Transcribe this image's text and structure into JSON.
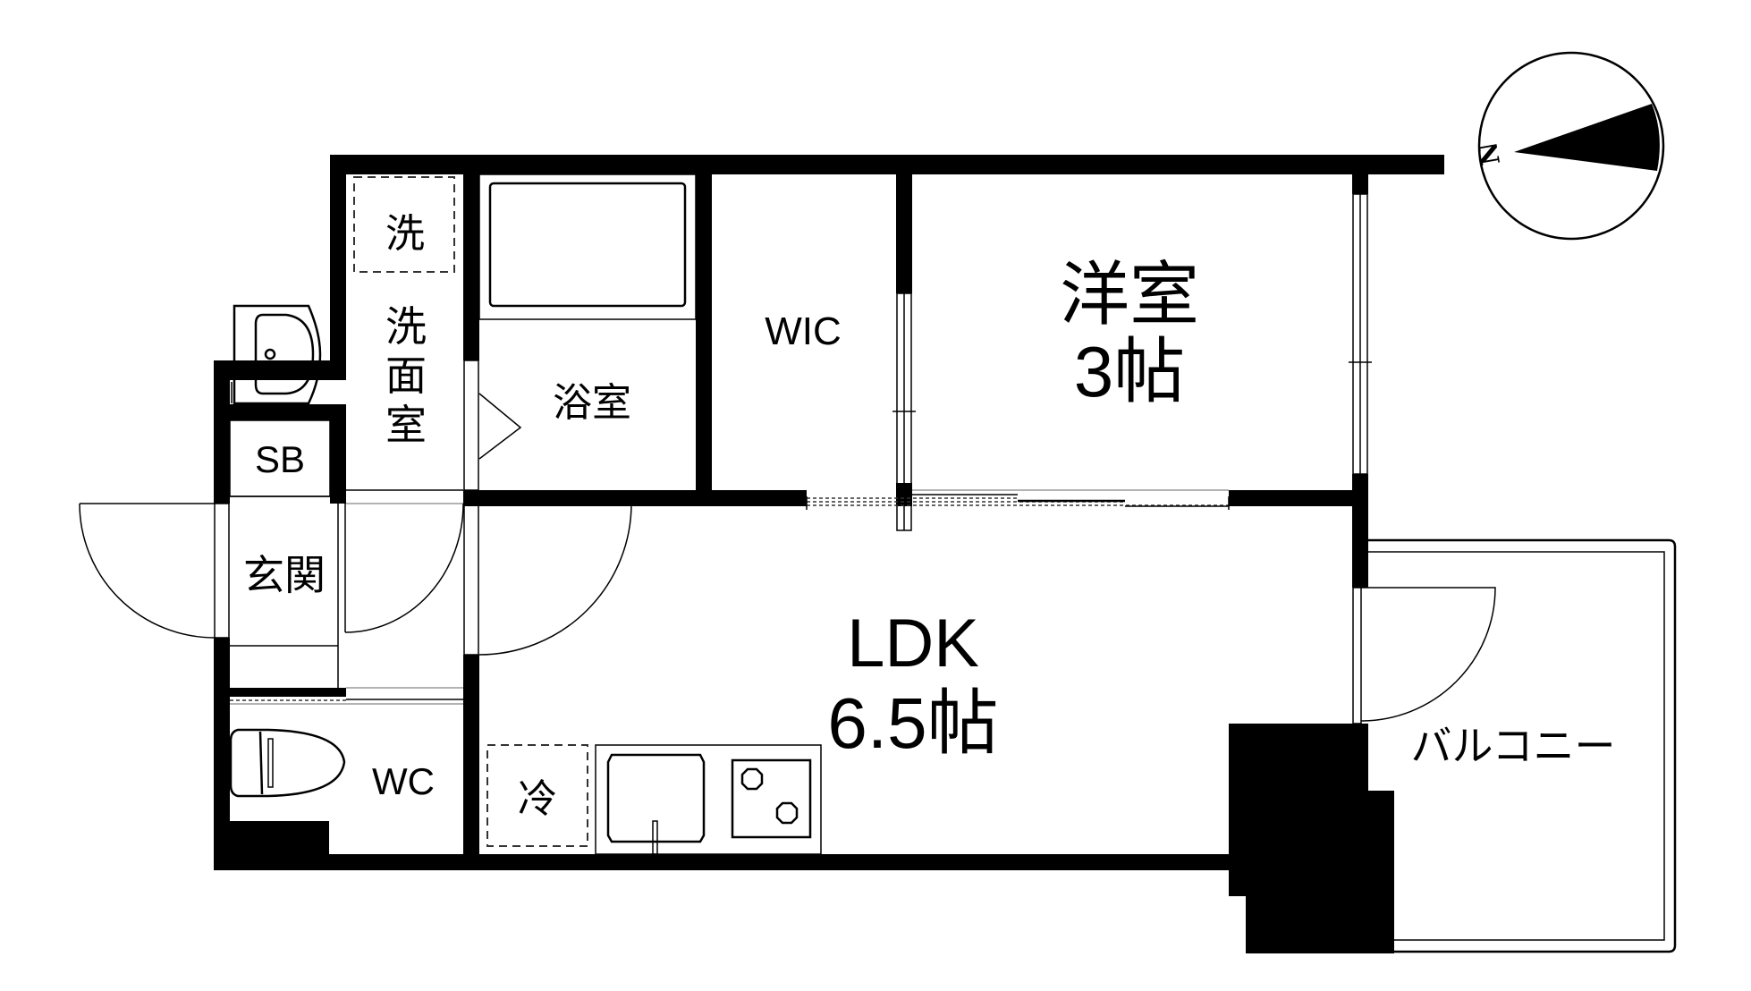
{
  "floor_plan": {
    "rooms": {
      "western_room": {
        "name": "洋室",
        "size": "3帖"
      },
      "ldk": {
        "name": "LDK",
        "size": "6.5帖"
      },
      "walk_in_closet": {
        "name": "WIC"
      },
      "bathroom": {
        "name": "浴室"
      },
      "washroom": {
        "name": "洗面室",
        "chars": [
          "洗",
          "面",
          "室"
        ]
      },
      "washer_space": {
        "name": "洗"
      },
      "shoe_box": {
        "name": "SB"
      },
      "entrance": {
        "name": "玄関"
      },
      "toilet": {
        "name": "WC"
      },
      "refrigerator_space": {
        "name": "冷"
      },
      "balcony": {
        "name": "バルコニー"
      }
    },
    "compass": {
      "label": "N"
    },
    "colors": {
      "wall": "#000000",
      "background": "#ffffff",
      "fixture_line": "#000000"
    }
  }
}
